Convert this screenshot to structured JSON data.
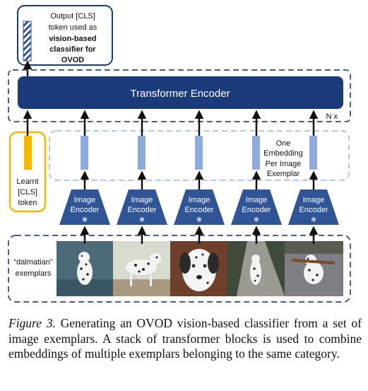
{
  "output_box": {
    "line1": "Output [CLS]",
    "line2": "token used as",
    "line3": "vision-based",
    "line4": "classifier for",
    "line5": "OVOD"
  },
  "transformer": {
    "label": "Transformer Encoder",
    "repeat": "N x"
  },
  "cls_token": {
    "line1": "Learnt",
    "line2": "[CLS]",
    "line3": "token"
  },
  "embedding_note": {
    "line1": "One",
    "line2": "Embedding",
    "line3": "Per Image",
    "line4": "Exemplar"
  },
  "encoders": [
    {
      "line1": "Image",
      "line2": "Encoder",
      "icon": "snowflake-frozen"
    },
    {
      "line1": "Image",
      "line2": "Encoder",
      "icon": "snowflake-frozen"
    },
    {
      "line1": "Image",
      "line2": "Encoder",
      "icon": "snowflake-frozen"
    },
    {
      "line1": "Image",
      "line2": "Encoder",
      "icon": "snowflake-frozen"
    },
    {
      "line1": "Image",
      "line2": "Encoder",
      "icon": "snowflake-frozen"
    }
  ],
  "exemplars_label": {
    "line1": "“dalmatian”",
    "line2": "exemplars"
  },
  "exemplar_images": [
    "dalmatian-in-water",
    "dalmatian-running",
    "dalmatian-closeup",
    "dalmatian-walking-on-path",
    "dalmatian-with-stick"
  ],
  "caption": {
    "label": "Figure 3.",
    "text": "Generating an OVOD vision-based classifier from a set of image exemplars. A stack of transformer blocks is used to combine embeddings of multiple exemplars belonging to the same category."
  },
  "colors": {
    "navy": "#1b3a7a",
    "encoder_blue": "#2f5597",
    "embedding_blue": "#8faadc",
    "dashed_light": "#b4c7e7",
    "dashed_dark": "#4a5e80",
    "cls_yellow": "#f5b800",
    "text_dark": "#111111"
  }
}
